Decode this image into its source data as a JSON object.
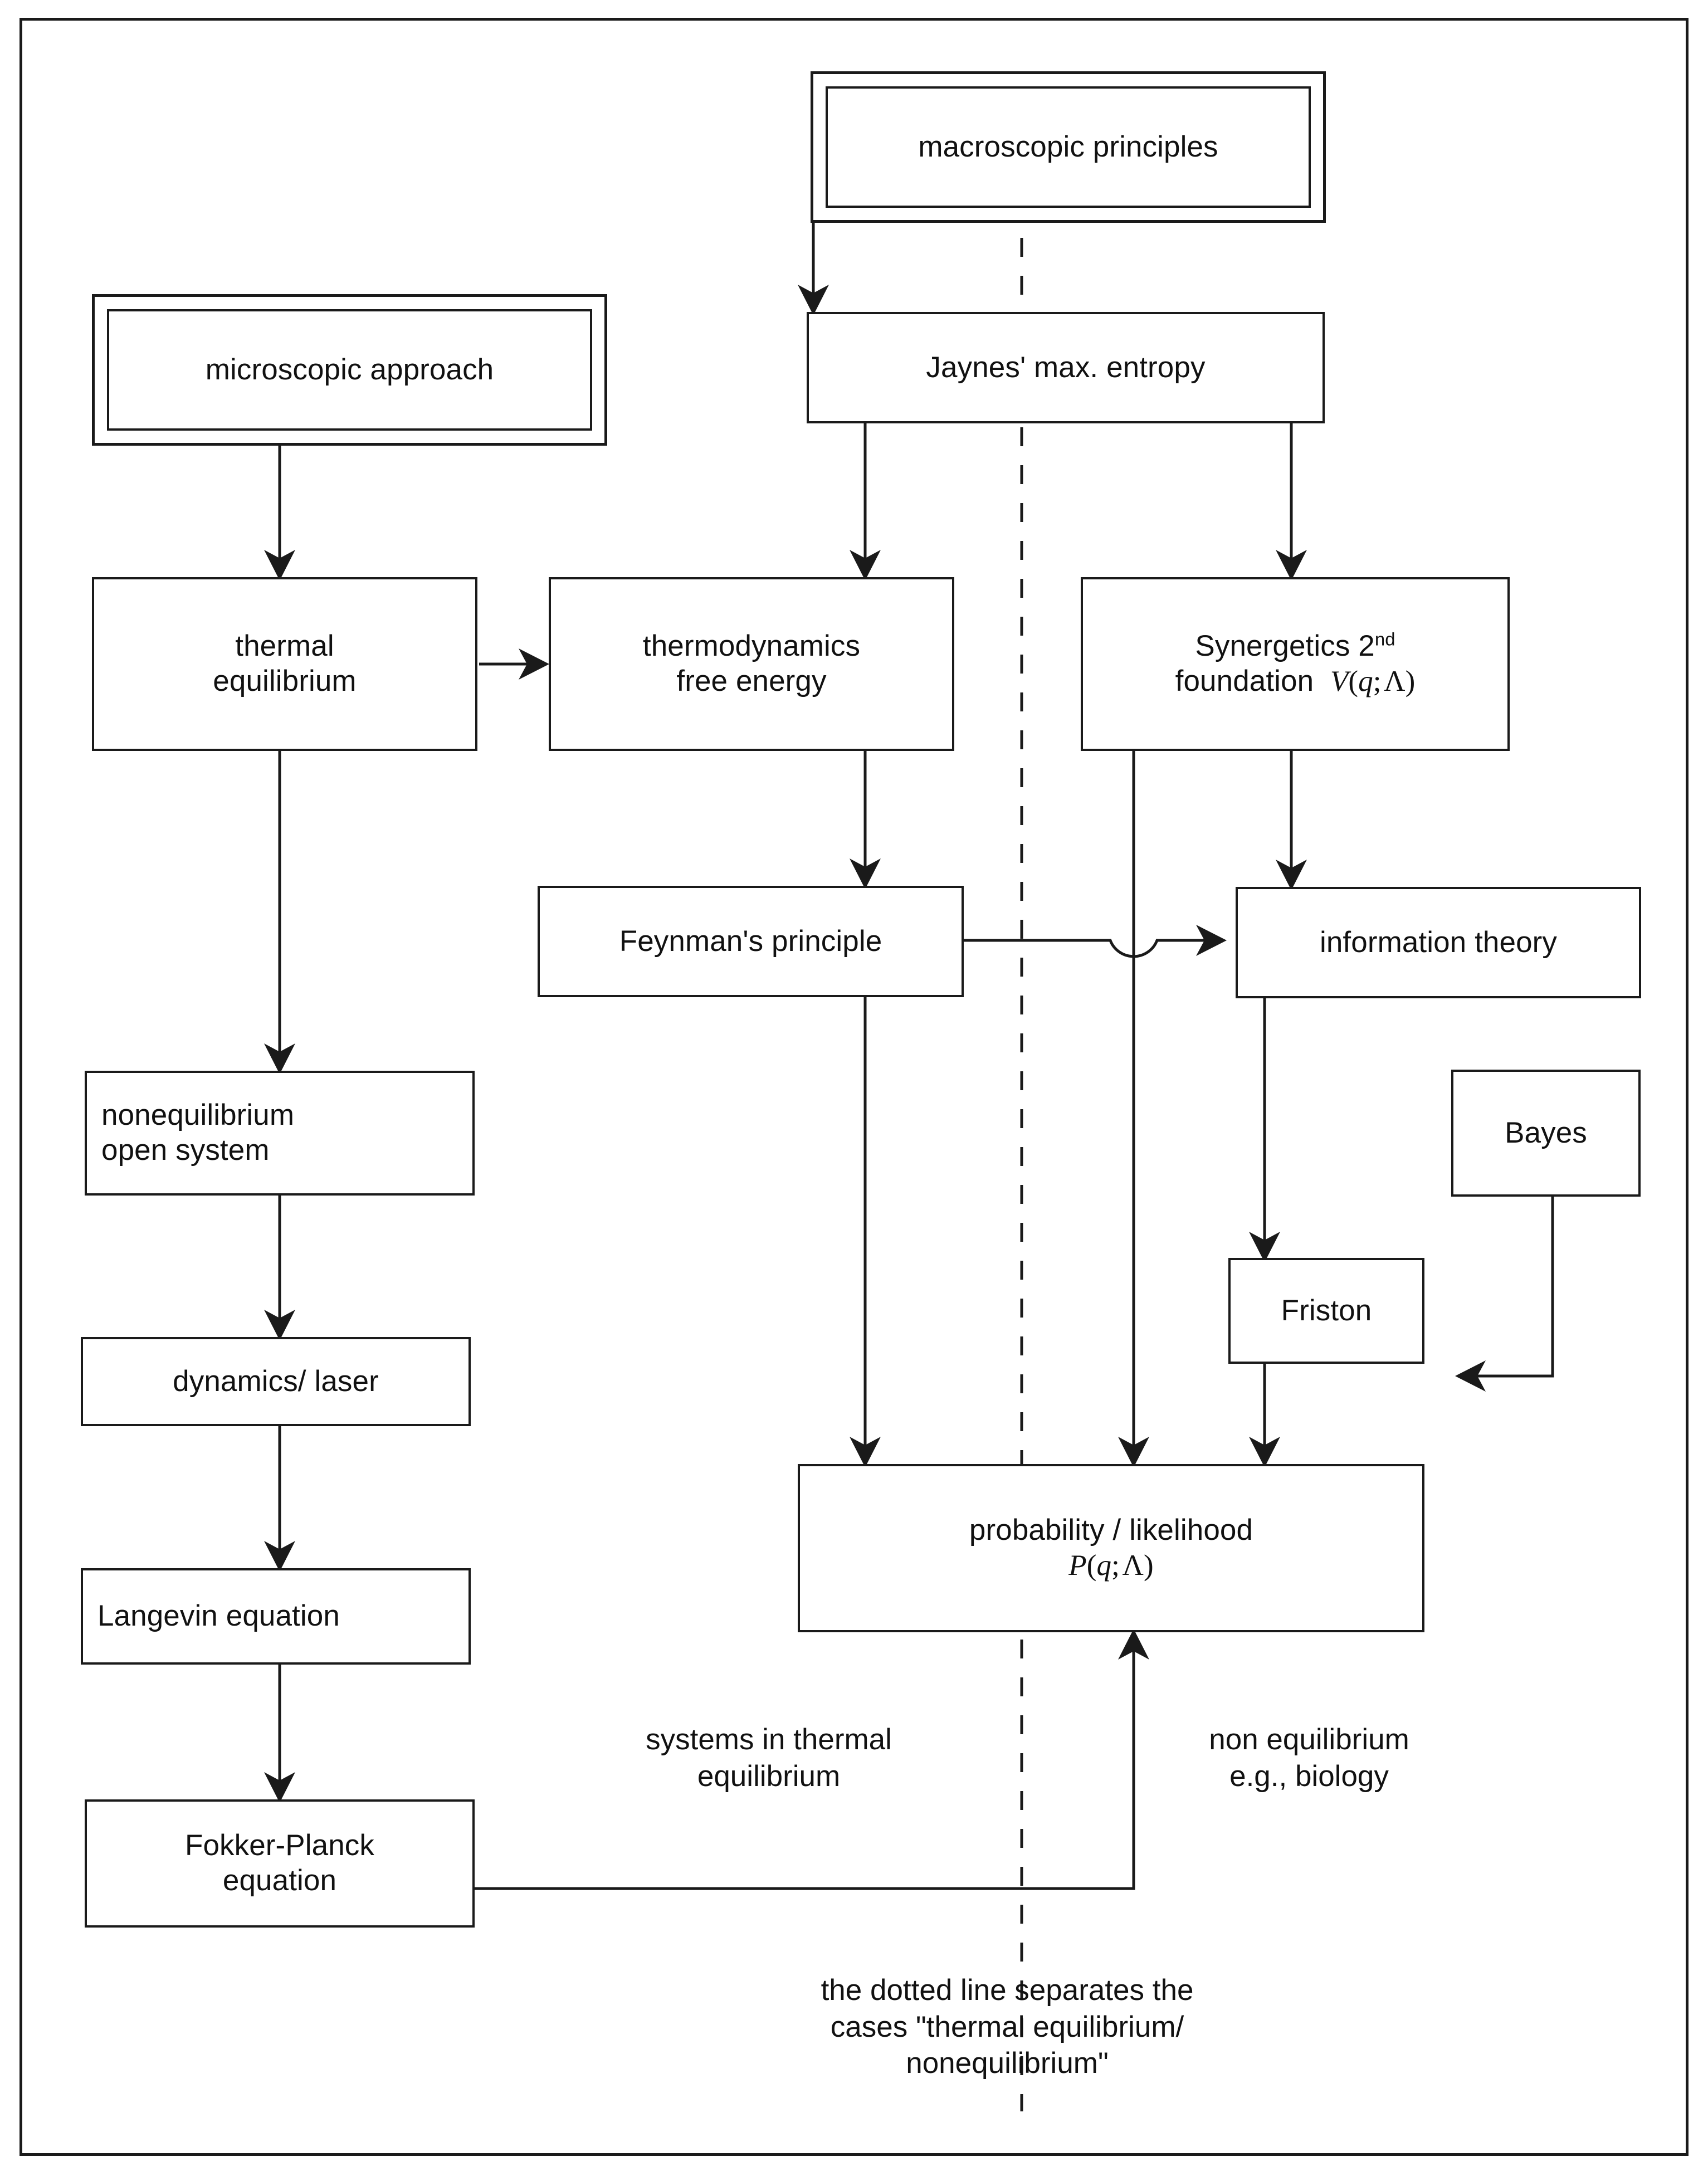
{
  "diagram": {
    "title_note": "flow chart relating microscopic and macroscopic approaches to probability / likelihood",
    "nodes": {
      "macroscopic_principles": "macroscopic principles",
      "microscopic_approach": "microscopic approach",
      "jaynes": "Jaynes' max. entropy",
      "thermal_equilibrium_l1": "thermal",
      "thermal_equilibrium_l2": "equilibrium",
      "thermodynamics_l1": "thermodynamics",
      "thermodynamics_l2": "free energy",
      "synergetics_l1_a": "Synergetics 2",
      "synergetics_l1_sup": "nd",
      "synergetics_l2": "foundation",
      "synergetics_formula_V": "V",
      "synergetics_formula_open": "(",
      "synergetics_formula_q": "q",
      "synergetics_formula_semi": ";",
      "synergetics_formula_lambda": "Λ",
      "synergetics_formula_close": ")",
      "feynman": "Feynman's principle",
      "information_theory": "information theory",
      "bayes": "Bayes",
      "friston": "Friston",
      "nonequilibrium_l1": "nonequilibrium",
      "nonequilibrium_l2": "open system",
      "dynamics_laser": "dynamics/ laser",
      "langevin": "Langevin equation",
      "fokker_planck_l1": "Fokker-Planck",
      "fokker_planck_l2": "equation",
      "probability_l1": "probability / likelihood",
      "probability_formula_P": "P",
      "probability_formula_open": "(",
      "probability_formula_q": "q",
      "probability_formula_semi": ";",
      "probability_formula_lambda": "Λ",
      "probability_formula_close": ")"
    },
    "captions": {
      "left_label_l1": "systems in thermal",
      "left_label_l2": "equilibrium",
      "right_label_l1": "non equilibrium",
      "right_label_l2": "e.g., biology",
      "footnote_l1": "the dotted line separates the",
      "footnote_l2": "cases \"thermal equilibrium/",
      "footnote_l3": "nonequilibrium\""
    },
    "colors": {
      "stroke": "#1a1a1a",
      "background": "#ffffff",
      "text": "#111111"
    }
  }
}
